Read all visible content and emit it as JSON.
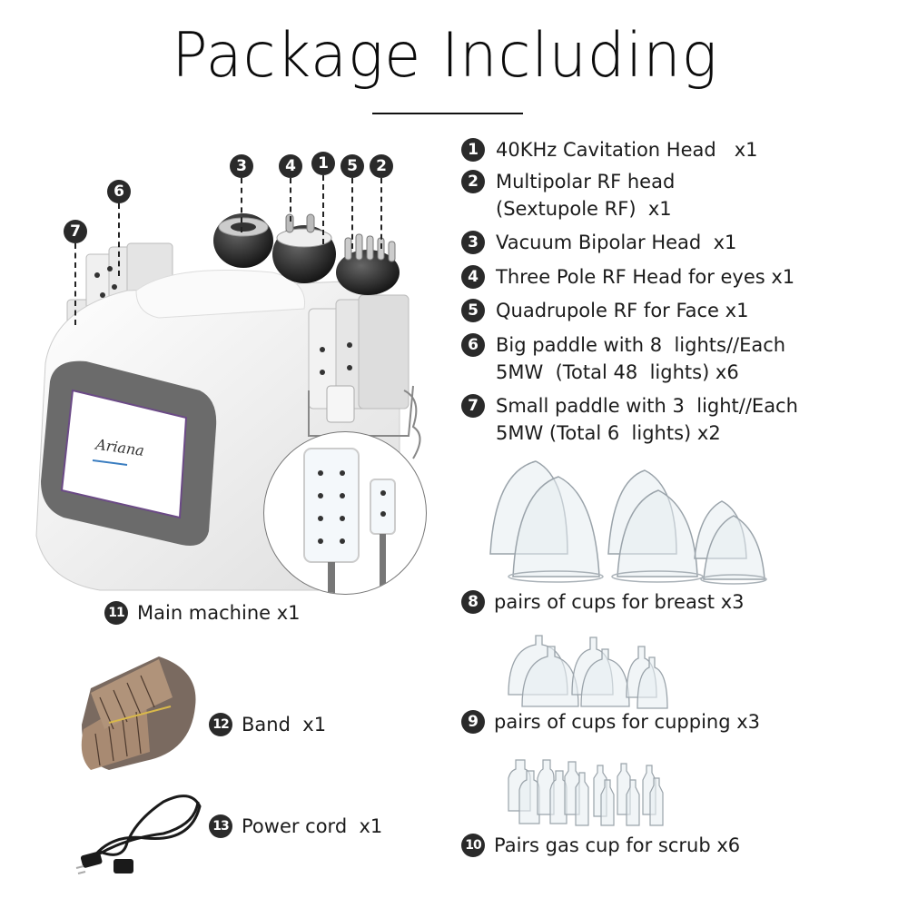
{
  "header": {
    "title": "Package Including"
  },
  "specs": [
    {
      "num": "1",
      "lines": "40KHz Cavitation Head   x1"
    },
    {
      "num": "2",
      "lines": "Multipolar RF head\n(Sextupole RF)  x1"
    },
    {
      "num": "3",
      "lines": "Vacuum Bipolar Head  x1"
    },
    {
      "num": "4",
      "lines": "Three Pole RF Head for eyes x1"
    },
    {
      "num": "5",
      "lines": "Quadrupole RF for Face x1"
    },
    {
      "num": "6",
      "lines": "Big paddle with 8  lights//Each\n5MW  (Total 48  lights) x6"
    },
    {
      "num": "7",
      "lines": "Small paddle with 3  light//Each\n5MW (Total 6  lights) x2"
    },
    {
      "num": "8",
      "lines": "pairs of cups for breast x3"
    },
    {
      "num": "9",
      "lines": "pairs of cups for cupping x3"
    },
    {
      "num": "10",
      "lines": "Pairs gas cup for scrub x6"
    },
    {
      "num": "11",
      "lines": "Main machine x1"
    },
    {
      "num": "12",
      "lines": "Band  x1"
    },
    {
      "num": "13",
      "lines": "Power cord  x1"
    }
  ],
  "callouts": [
    "3",
    "4",
    "1",
    "5",
    "2",
    "6",
    "7"
  ],
  "screen": {
    "brand": "Ariana"
  },
  "colors": {
    "badge": "#2a2a2a",
    "text": "#1b1b1b",
    "machine_body": "#f3f3f3",
    "screen_bezel": "#6b6b6b",
    "band": "#a88a72",
    "cord": "#1a1a1a"
  }
}
